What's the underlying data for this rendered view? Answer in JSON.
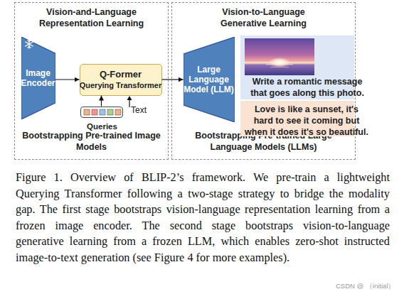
{
  "diagram": {
    "caption": "Figure 1. Overview of BLIP-2’s framework. We pre-train a lightweight Querying Transformer following a two-stage strategy to bridge the modality gap. The first stage bootstraps vision-language representation learning from a frozen image encoder. The second stage bootstraps vision-to-language generative learning from a frozen LLM, which enables zero-shot instructed image-to-text generation (see Figure 4 for more examples).",
    "nodes": [
      {
        "text": [
          "Vision-and-Language Representation Learning",
          "Bootstrapping Pre-trained Image Models"
        ]
      },
      {
        "text": [
          "Image Encoder"
        ],
        "in": 0
      },
      {
        "text": [
          "Q-Former",
          "Querying Transformer"
        ],
        "in": 0
      },
      {
        "text": [
          "Queries"
        ],
        "in": 0
      },
      {
        "text": [
          "Vision-to-Language Generative Learning",
          "Bootstrapping Pre-trained Large Language Models (LLMs)"
        ]
      },
      {
        "text": [
          "Large Language Model (LLM)"
        ],
        "in": 4
      },
      {
        "text": [
          "Write a romantic message that goes along this photo."
        ],
        "in": 4
      },
      {
        "text": [
          "Love is like a sunset, it's hard to see it coming but when it does it's so beautiful."
        ],
        "in": 4
      }
    ],
    "edges": [
      {
        "from": 1,
        "to": 2,
        "arrow": "to"
      },
      {
        "from": 3,
        "to": 2,
        "arrow": "to"
      },
      {
        "from": 2,
        "to": 5,
        "arrow": "to"
      }
    ],
    "labels": [
      "Text",
      "CSDN @ （initial）"
    ]
  }
}
